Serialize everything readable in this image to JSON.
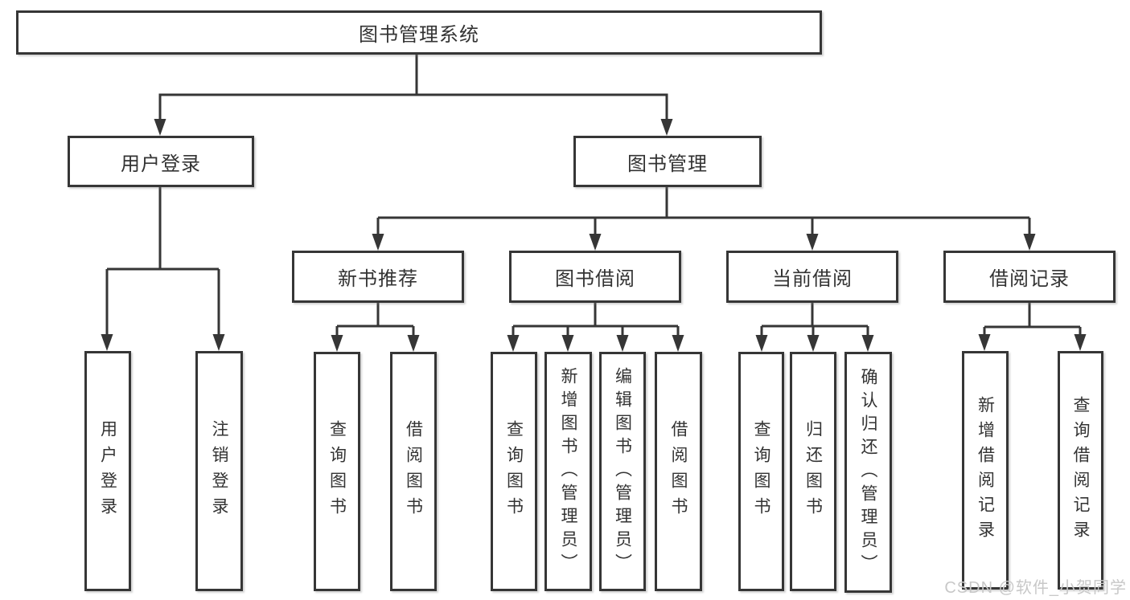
{
  "diagram": {
    "root": {
      "label": "图书管理系统"
    },
    "branches": [
      {
        "label": "用户登录",
        "leaves": [
          {
            "label": "用户登录"
          },
          {
            "label": "注销登录"
          }
        ]
      },
      {
        "label": "图书管理",
        "children": [
          {
            "label": "新书推荐",
            "leaves": [
              {
                "label": "查询图书"
              },
              {
                "label": "借阅图书"
              }
            ]
          },
          {
            "label": "图书借阅",
            "leaves": [
              {
                "label": "查询图书"
              },
              {
                "label": "新增图书（管理员）"
              },
              {
                "label": "编辑图书（管理员）"
              },
              {
                "label": "借阅图书"
              }
            ]
          },
          {
            "label": "当前借阅",
            "leaves": [
              {
                "label": "查询图书"
              },
              {
                "label": "归还图书"
              },
              {
                "label": "确认归还（管理员）"
              }
            ]
          },
          {
            "label": "借阅记录",
            "leaves": [
              {
                "label": "新增借阅记录"
              },
              {
                "label": "查询借阅记录"
              }
            ]
          }
        ]
      }
    ]
  },
  "watermark": {
    "text": "CSDN @软件_小贺同学"
  },
  "colors": {
    "line": "#363636",
    "box_border": "#363636",
    "text": "#333333",
    "watermark": "#c8c8c8",
    "background": "#ffffff"
  }
}
